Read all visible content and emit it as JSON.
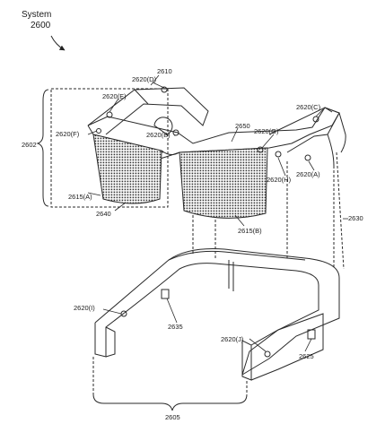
{
  "system": {
    "title": "System",
    "number": "2600"
  },
  "labels": {
    "l2602": "2602",
    "l2605": "2605",
    "l2610": "2610",
    "l2615a": "2615(A)",
    "l2615b": "2615(B)",
    "l2620a": "2620(A)",
    "l2620b": "2620(B)",
    "l2620c": "2620(C)",
    "l2620d": "2620(D)",
    "l2620e": "2620(E)",
    "l2620f": "2620(F)",
    "l2620g": "2620(G)",
    "l2620h": "2620(H)",
    "l2620i": "2620(I)",
    "l2620j": "2620(J)",
    "l2625": "2625",
    "l2630": "2630",
    "l2635": "2635",
    "l2640": "2640",
    "l2650": "2650"
  }
}
